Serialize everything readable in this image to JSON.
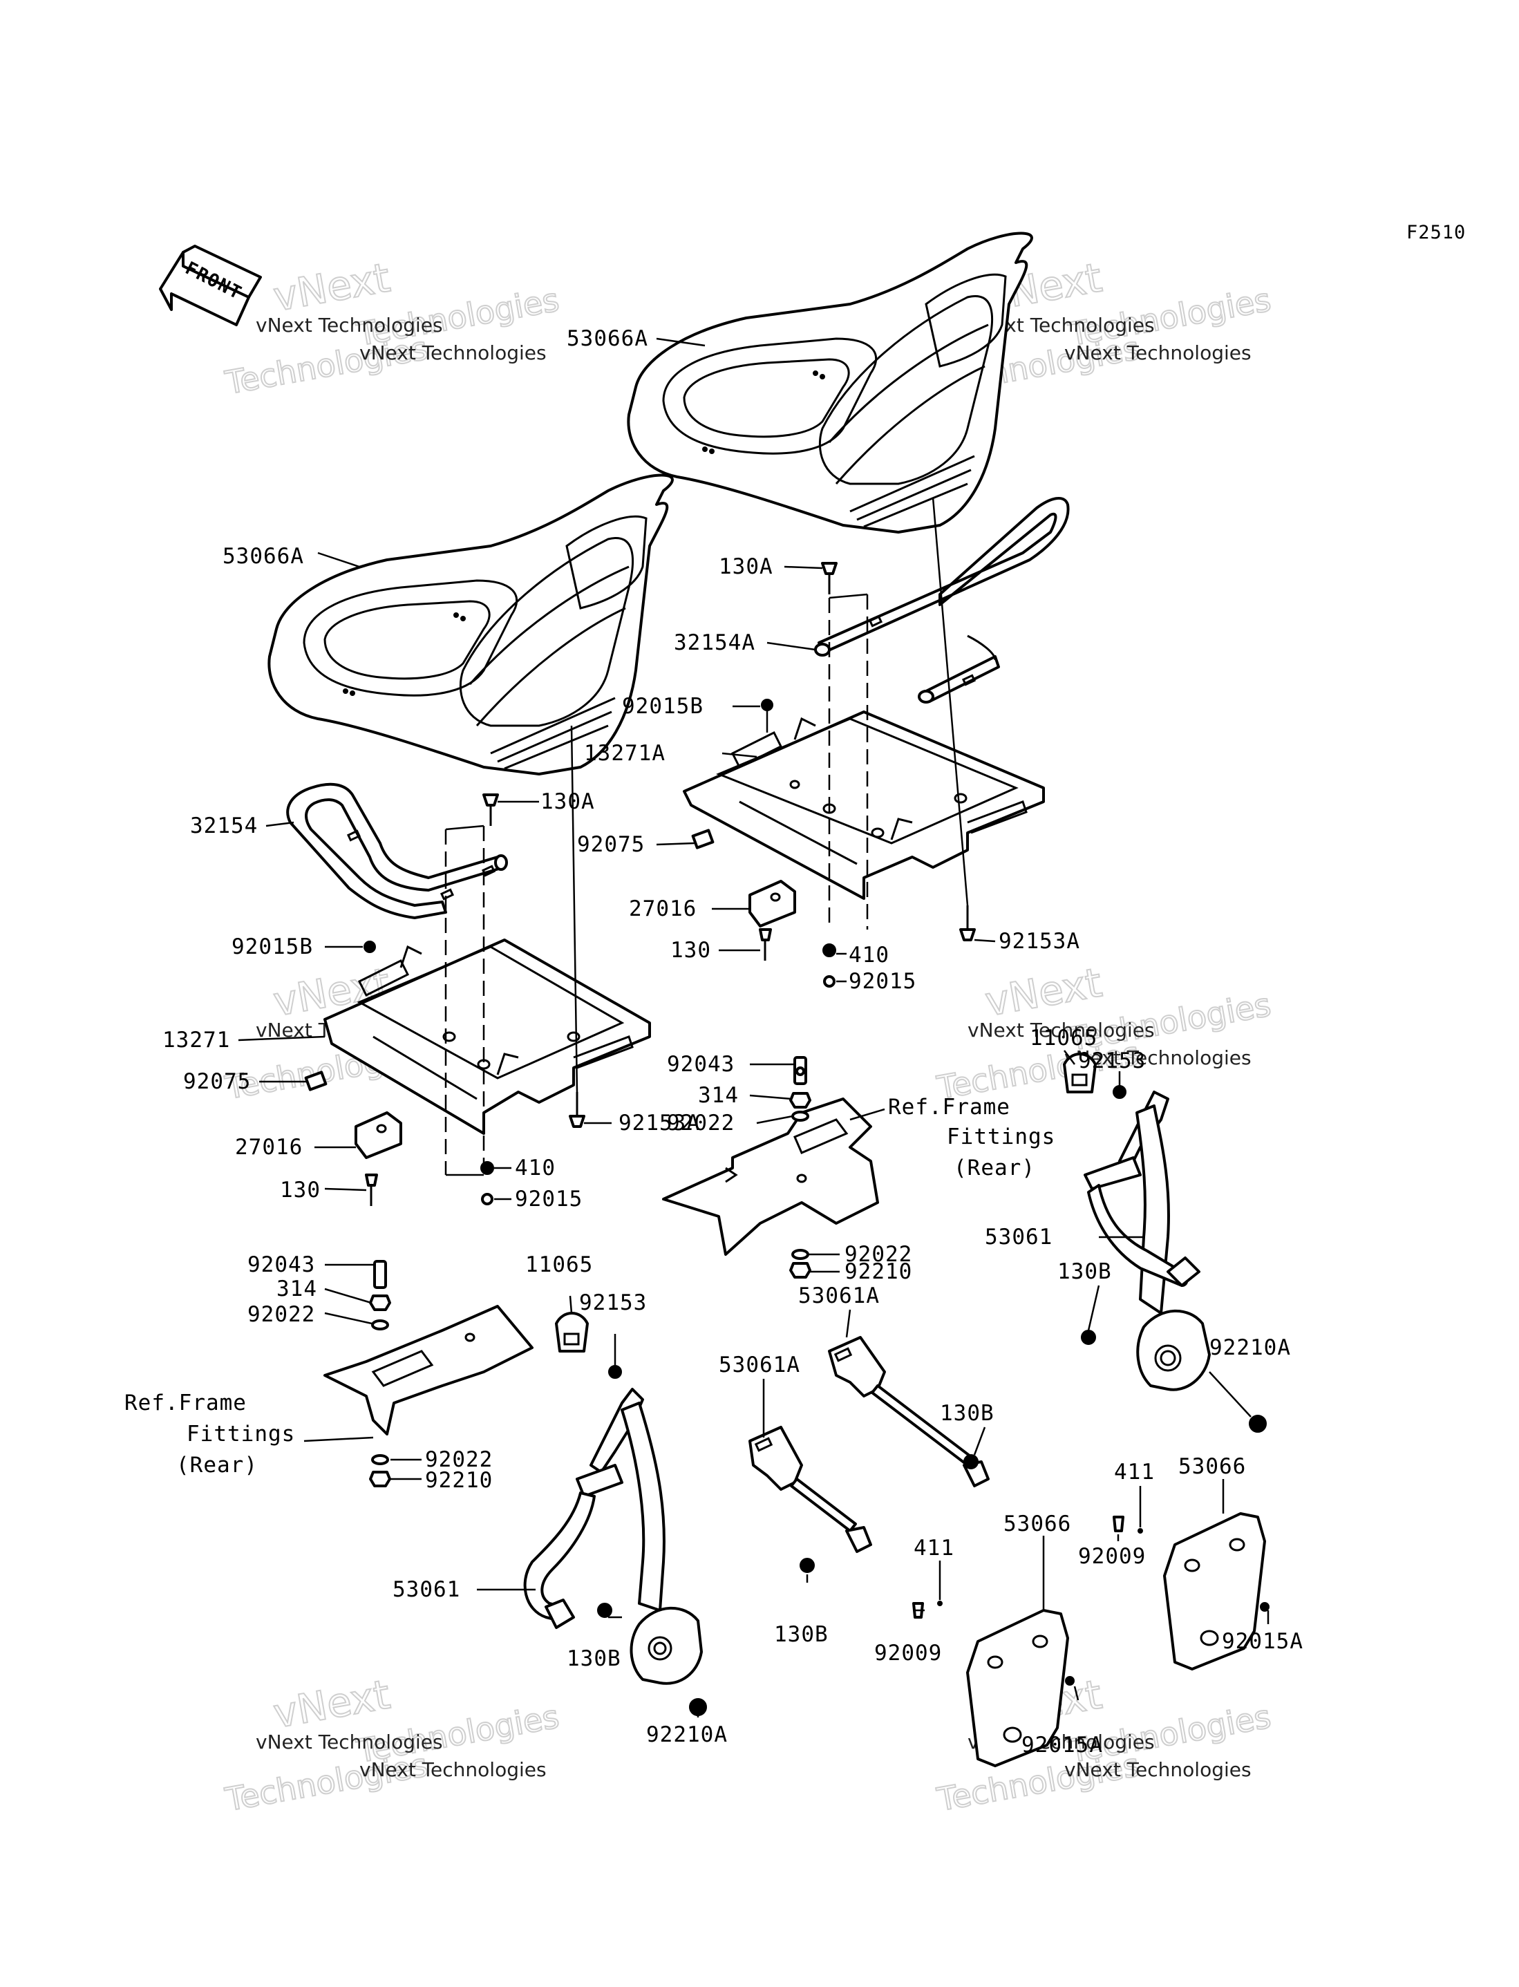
{
  "diagram": {
    "code": "F2510",
    "front_label": "FRONT",
    "watermark": {
      "line1": "vNext Technologies",
      "line2": "vNext",
      "line3": "Technologies"
    },
    "labels": [
      "53066A",
      "53066A",
      "130A",
      "32154A",
      "92015B",
      "13271A",
      "92075",
      "27016",
      "130",
      "410",
      "92015",
      "92153A",
      "32154",
      "130A",
      "92015B",
      "13271",
      "92075",
      "27016",
      "130",
      "410",
      "92015",
      "92153A",
      "92043",
      "314",
      "92022",
      "Ref.Frame",
      "Fittings",
      "(Rear)",
      "92022",
      "92210",
      "11065",
      "92153",
      "53061",
      "130B",
      "92210A",
      "92043",
      "314",
      "92022",
      "Ref.Frame",
      "Fittings",
      "(Rear)",
      "92022",
      "92210",
      "11065",
      "92153",
      "53061",
      "130B",
      "92210A",
      "53061A",
      "130B",
      "53061A",
      "130B",
      "411",
      "53066",
      "92009",
      "92015A",
      "411",
      "53066",
      "92009",
      "92015A"
    ]
  }
}
